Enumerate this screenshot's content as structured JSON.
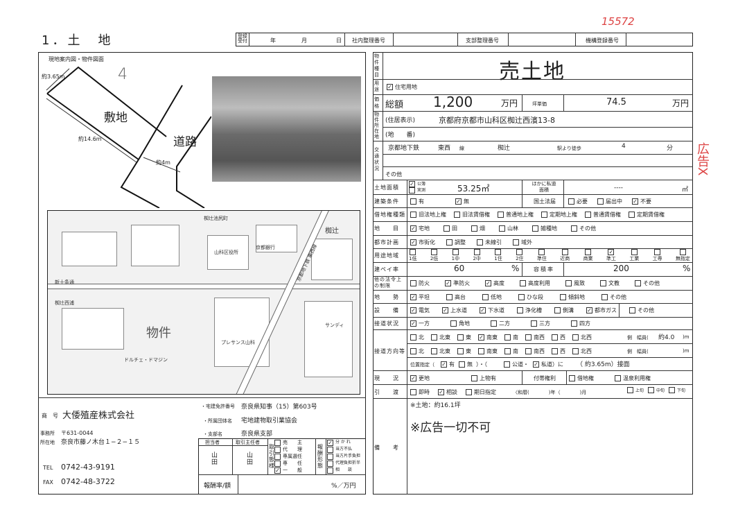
{
  "handwritten": {
    "number": "15572",
    "note": "広告X",
    "sketch_mark": "4"
  },
  "header": {
    "title": "1．土　地",
    "reg_label": "登録受付",
    "year": "年",
    "month": "月",
    "day": "日",
    "internal_no": "社内整理番号",
    "branch_no": "支部整理番号",
    "org_no": "機構登録番号"
  },
  "sketch": {
    "title": "現地案内図・物件図面",
    "width_label": "約3.65m",
    "site_label": "敷地",
    "road_label": "道路",
    "length_label": "約14.6m",
    "road_width_label": "約4m"
  },
  "map": {
    "property_label": "物件",
    "labels": [
      "椥辻",
      "新十条通",
      "山科区役所",
      "京都銀行",
      "椥辻池尻町",
      "サンディ",
      "プレサンス山科",
      "ドルチェ・ドマジン",
      "京都地下鉄 東西線",
      "椥辻西浦"
    ]
  },
  "company": {
    "name_label": "商　号",
    "name": "大倭殖産株式会社",
    "office_label": "事務所",
    "postal": "〒631-0044",
    "address_label": "所在地",
    "address": "奈良市藤ノ木台１−２−１５",
    "tel_label": "TEL",
    "tel": "0742-43-9191",
    "fax_label": "FAX",
    "fax": "0742-48-3722",
    "license_label": "・宅建免許番号",
    "license": "奈良県知事（15）第603号",
    "assoc_label": "・所属団体名",
    "assoc": "宅地建物取引業協会",
    "branch_label": "・支部名",
    "branch": "奈良県支部"
  },
  "staff": {
    "person_label": "担当者",
    "person": "山田",
    "chief_label": "取引主任者",
    "chief": "山田",
    "mode_label": "取引態様",
    "modes": [
      {
        "label": "売　　主",
        "checked": false
      },
      {
        "label": "代　　理",
        "checked": false
      },
      {
        "label": "専属選任",
        "checked": false
      },
      {
        "label": "専　　任",
        "checked": false
      },
      {
        "label": "一　　般",
        "checked": true
      }
    ],
    "fee_label": "報酬形態",
    "fees": [
      {
        "label": "分 か れ",
        "checked": true
      },
      {
        "label": "当方不払",
        "checked": false
      },
      {
        "label": "当方片手負担",
        "checked": false
      },
      {
        "label": "代理負担折半",
        "checked": false
      },
      {
        "label": "相　　談",
        "checked": false
      }
    ],
    "fee_rate_label": "報酬率/額",
    "fee_rate_unit": "%／万円"
  },
  "form": {
    "type_label": "物件種目",
    "type": "売土地",
    "use_label": "用途",
    "use": [
      {
        "label": "住宅用地",
        "checked": true
      }
    ],
    "price_label": "価格",
    "total_label": "総額",
    "total": "1,200",
    "unit": "万円",
    "tsubo_label": "坪単価",
    "tsubo": "74.5",
    "tsubo_unit": "万円",
    "location_label": "物件所在地",
    "address_label": "(住居表示)",
    "address": "京都府京都市山科区椥辻西濱13-8",
    "lot_label": "(地　　番)",
    "traffic_label": "交通状況",
    "railway": "京都地下鉄",
    "line": "東西",
    "line_suffix": "線",
    "station": "椥辻",
    "walk_label": "駅より徒歩",
    "walk": "4",
    "walk_unit": "分",
    "other_label": "その他",
    "area_label": "土地面積",
    "area_kinds": [
      {
        "label": "公簿",
        "checked": true
      },
      {
        "label": "実測",
        "checked": false
      }
    ],
    "area": "53.25㎡",
    "private_road_label": "ほかに私道面積",
    "private_road": "----",
    "private_road_unit": "㎡",
    "building_cond_label": "建築条件",
    "building_cond": [
      {
        "label": "有",
        "checked": false
      },
      {
        "label": "無",
        "checked": true
      }
    ],
    "land_law_label": "国土法届",
    "land_law": [
      {
        "label": "必要",
        "checked": false
      },
      {
        "label": "届出中",
        "checked": false
      },
      {
        "label": "不要",
        "checked": true
      }
    ],
    "lease_label": "借地権種類",
    "lease": [
      {
        "label": "旧法地上権",
        "checked": false
      },
      {
        "label": "旧法賃借権",
        "checked": false
      },
      {
        "label": "普通地上権",
        "checked": false
      },
      {
        "label": "定期地上権",
        "checked": false
      },
      {
        "label": "普通賃借権",
        "checked": false
      },
      {
        "label": "定期賃借権",
        "checked": false
      }
    ],
    "category_label": "地　　目",
    "category": [
      {
        "label": "宅地",
        "checked": true
      },
      {
        "label": "田",
        "checked": false
      },
      {
        "label": "畑",
        "checked": false
      },
      {
        "label": "山林",
        "checked": false
      },
      {
        "label": "雑種地",
        "checked": false
      },
      {
        "label": "その他",
        "checked": false
      }
    ],
    "city_plan_label": "都市計画",
    "city_plan": [
      {
        "label": "市街化",
        "checked": true
      },
      {
        "label": "調整",
        "checked": false
      },
      {
        "label": "未線引",
        "checked": false
      },
      {
        "label": "域外",
        "checked": false
      }
    ],
    "zoning_label": "用途地域",
    "zoning": [
      {
        "label": "1低",
        "checked": false
      },
      {
        "label": "2低",
        "checked": false
      },
      {
        "label": "1中",
        "checked": false
      },
      {
        "label": "2中",
        "checked": false
      },
      {
        "label": "1住",
        "checked": false
      },
      {
        "label": "2住",
        "checked": false
      },
      {
        "label": "準住",
        "checked": false
      },
      {
        "label": "近商",
        "checked": false
      },
      {
        "label": "商業",
        "checked": false
      },
      {
        "label": "準工",
        "checked": true
      },
      {
        "label": "工業",
        "checked": false
      },
      {
        "label": "工専",
        "checked": false
      },
      {
        "label": "無指定",
        "checked": false
      }
    ],
    "coverage_label": "建ペイ率",
    "coverage": "60",
    "pct": "%",
    "far_label": "容積率",
    "far": "200",
    "restrict_label": "他の法令上の制限",
    "restrict": [
      {
        "label": "防火",
        "checked": false
      },
      {
        "label": "準防火",
        "checked": true
      },
      {
        "label": "高度",
        "checked": true
      },
      {
        "label": "高度利用",
        "checked": false
      },
      {
        "label": "風致",
        "checked": false
      },
      {
        "label": "文教",
        "checked": false
      },
      {
        "label": "その他",
        "checked": false
      }
    ],
    "terrain_label": "地　　勢",
    "terrain": [
      {
        "label": "平坦",
        "checked": true
      },
      {
        "label": "高台",
        "checked": false
      },
      {
        "label": "低地",
        "checked": false
      },
      {
        "label": "ひな段",
        "checked": false
      },
      {
        "label": "傾斜地",
        "checked": false
      },
      {
        "label": "その他",
        "checked": false
      }
    ],
    "facility_label": "設　　備",
    "facility": [
      {
        "label": "電気",
        "checked": true
      },
      {
        "label": "上水道",
        "checked": true
      },
      {
        "label": "下水道",
        "checked": true
      },
      {
        "label": "浄化槽",
        "checked": false
      },
      {
        "label": "側溝",
        "checked": false
      },
      {
        "label": "都市ガス",
        "checked": true
      },
      {
        "label": "その他",
        "checked": false
      }
    ],
    "access_label": "接道状況",
    "access": [
      {
        "label": "一方",
        "checked": true
      },
      {
        "label": "角地",
        "checked": false
      },
      {
        "label": "二方",
        "checked": false
      },
      {
        "label": "三方",
        "checked": false
      },
      {
        "label": "四方",
        "checked": false
      }
    ],
    "direction_label": "接道方向等",
    "dir1": [
      {
        "label": "北",
        "checked": false
      },
      {
        "label": "北東",
        "checked": false
      },
      {
        "label": "東",
        "checked": false
      },
      {
        "label": "南東",
        "checked": true
      },
      {
        "label": "南",
        "checked": false
      },
      {
        "label": "南西",
        "checked": false
      },
      {
        "label": "西",
        "checked": false
      },
      {
        "label": "北西",
        "checked": false
      }
    ],
    "dir2": [
      {
        "label": "北",
        "checked": false
      },
      {
        "label": "北東",
        "checked": false
      },
      {
        "label": "東",
        "checked": false
      },
      {
        "label": "南東",
        "checked": false
      },
      {
        "label": "南",
        "checked": false
      },
      {
        "label": "南西",
        "checked": false
      },
      {
        "label": "西",
        "checked": false
      },
      {
        "label": "北西",
        "checked": false
      }
    ],
    "side_width_label": "側　幅員(",
    "width1": "約4.0",
    "m_suffix": ")m",
    "position_label": "位置指定（",
    "position": [
      {
        "label": "有",
        "checked": true
      },
      {
        "label": "無",
        "checked": false
      }
    ],
    "road_open": "）・（",
    "road_kind": [
      {
        "label": "公道・",
        "checked": false
      },
      {
        "label": "私道）に",
        "checked": true
      }
    ],
    "frontage": "（ 約3.65m）接面",
    "status_label": "現　　況",
    "status": [
      {
        "label": "更地",
        "checked": true
      },
      {
        "label": "上物有",
        "checked": false
      }
    ],
    "rights_label": "付帯権利",
    "rights": [
      {
        "label": "借地権",
        "checked": false
      },
      {
        "label": "温泉利用権",
        "checked": false
      }
    ],
    "handover_label": "引　　渡",
    "handover": [
      {
        "label": "即時",
        "checked": false
      },
      {
        "label": "相談",
        "checked": true
      },
      {
        "label": "期日指定",
        "checked": false
      }
    ],
    "handover_date": "〈和暦(　　　　)年（　　　　)月",
    "handover_period": [
      {
        "label": "上旬",
        "checked": false
      },
      {
        "label": "中旬",
        "checked": false
      },
      {
        "label": "下旬",
        "checked": false
      }
    ],
    "remarks_label": "備　　考",
    "remark1": "※土地：約16.1坪",
    "remark2": "※広告一切不可"
  }
}
